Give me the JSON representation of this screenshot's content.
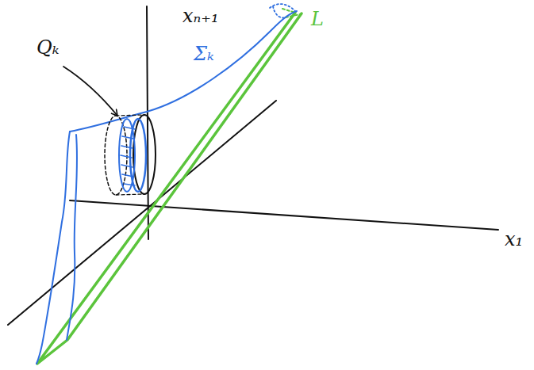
{
  "diagram": {
    "labels": [
      "xₙ₊₁",
      "Σₖ",
      "Qₖ",
      "L",
      "x₁"
    ]
  }
}
